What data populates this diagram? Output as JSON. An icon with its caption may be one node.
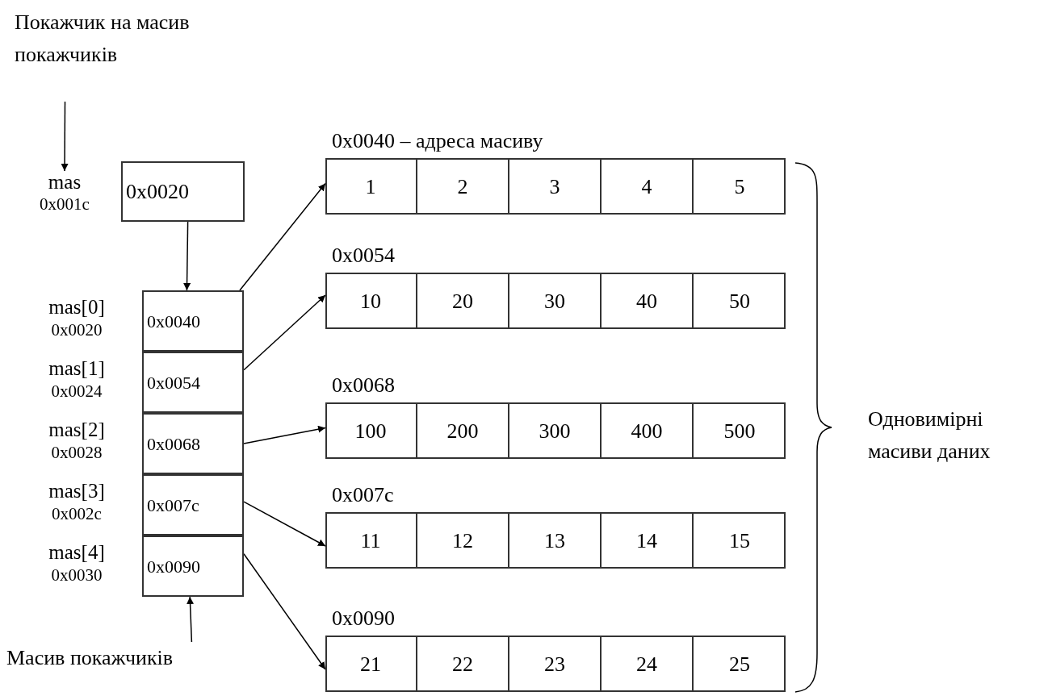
{
  "diagram": {
    "nodes": [
      {
        "text": [
          "Покажчик на масив покажчиків"
        ]
      },
      {
        "text": [
          "mas",
          "0x001c"
        ]
      },
      {
        "text": [
          "0x0020"
        ]
      },
      {
        "text": [
          "0x0040"
        ],
        "beside": [
          "mas[0]",
          "0x0020"
        ]
      },
      {
        "text": [
          "0x0054"
        ],
        "beside": [
          "mas[1]",
          "0x0024"
        ]
      },
      {
        "text": [
          "0x0068"
        ],
        "beside": [
          "mas[2]",
          "0x0028"
        ]
      },
      {
        "text": [
          "0x007c"
        ],
        "beside": [
          "mas[3]",
          "0x002c"
        ]
      },
      {
        "text": [
          "0x0090"
        ],
        "beside": [
          "mas[4]",
          "0x0030"
        ]
      },
      {
        "text": [
          "Масив покажчиків"
        ]
      },
      {
        "text": [
          "0x0040 – адреса масиву"
        ]
      },
      {
        "text": [
          "1"
        ],
        "in": 9
      },
      {
        "text": [
          "2"
        ],
        "in": 9
      },
      {
        "text": [
          "3"
        ],
        "in": 9
      },
      {
        "text": [
          "4"
        ],
        "in": 9
      },
      {
        "text": [
          "5"
        ],
        "in": 9
      },
      {
        "text": [
          "0x0054"
        ]
      },
      {
        "text": [
          "10"
        ],
        "in": 15
      },
      {
        "text": [
          "20"
        ],
        "in": 15
      },
      {
        "text": [
          "30"
        ],
        "in": 15
      },
      {
        "text": [
          "40"
        ],
        "in": 15
      },
      {
        "text": [
          "50"
        ],
        "in": 15
      },
      {
        "text": [
          "0x0068"
        ]
      },
      {
        "text": [
          "100"
        ],
        "in": 21
      },
      {
        "text": [
          "200"
        ],
        "in": 21
      },
      {
        "text": [
          "300"
        ],
        "in": 21
      },
      {
        "text": [
          "400"
        ],
        "in": 21
      },
      {
        "text": [
          "500"
        ],
        "in": 21
      },
      {
        "text": [
          "0x007c"
        ]
      },
      {
        "text": [
          "11"
        ],
        "in": 27
      },
      {
        "text": [
          "12"
        ],
        "in": 27
      },
      {
        "text": [
          "13"
        ],
        "in": 27
      },
      {
        "text": [
          "14"
        ],
        "in": 27
      },
      {
        "text": [
          "15"
        ],
        "in": 27
      },
      {
        "text": [
          "0x0090"
        ]
      },
      {
        "text": [
          "21"
        ],
        "in": 33
      },
      {
        "text": [
          "22"
        ],
        "in": 33
      },
      {
        "text": [
          "23"
        ],
        "in": 33
      },
      {
        "text": [
          "24"
        ],
        "in": 33
      },
      {
        "text": [
          "25"
        ],
        "in": 33
      },
      {
        "text": [
          "Одновимірні масиви даних"
        ]
      }
    ],
    "edges": [
      {
        "from": 0,
        "to": 1,
        "arrow": "to"
      },
      {
        "from": 2,
        "to": 3,
        "arrow": "to"
      },
      {
        "from": 8,
        "to": 7,
        "arrow": "to"
      },
      {
        "from": 3,
        "to": 9,
        "arrow": "to"
      },
      {
        "from": 4,
        "to": 15,
        "arrow": "to"
      },
      {
        "from": 5,
        "to": 21,
        "arrow": "to"
      },
      {
        "from": 6,
        "to": 27,
        "arrow": "to"
      },
      {
        "from": 7,
        "to": 33,
        "arrow": "to"
      }
    ]
  }
}
